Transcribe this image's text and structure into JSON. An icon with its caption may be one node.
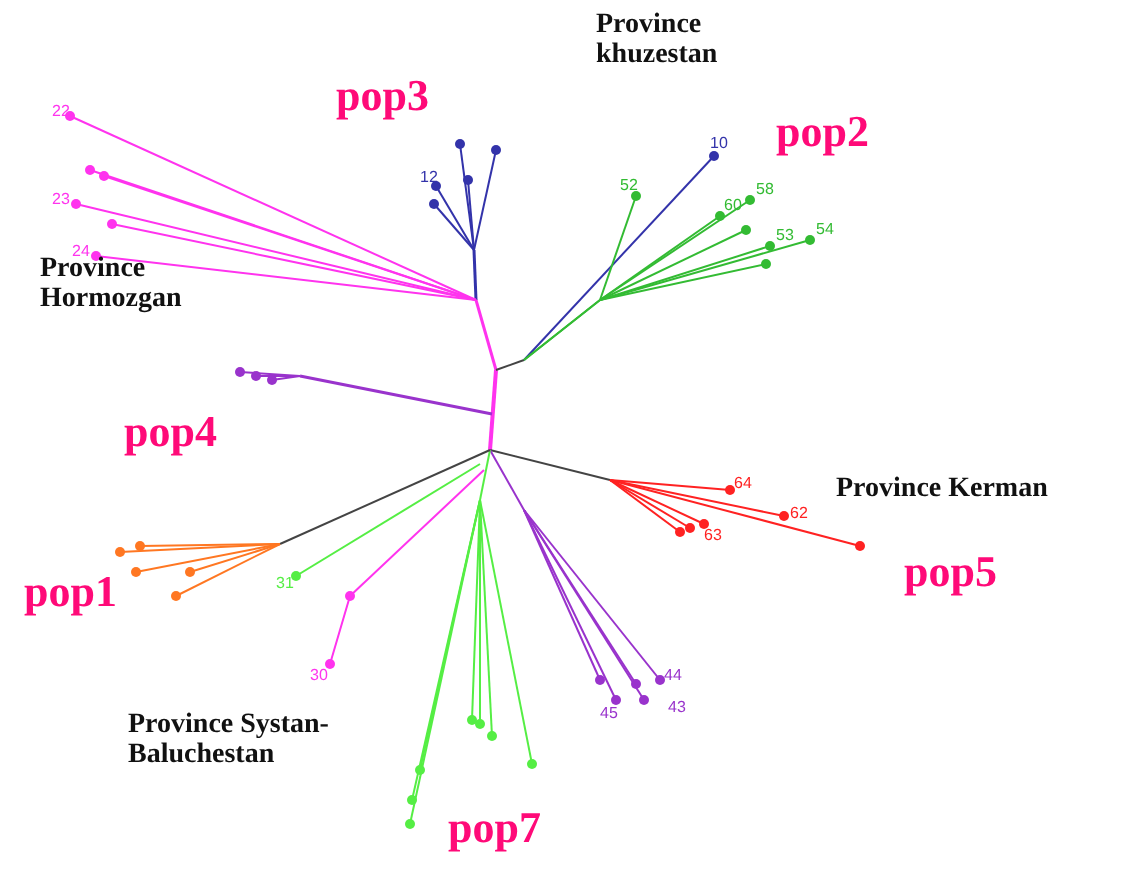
{
  "diagram": {
    "labels": [
      "pop3",
      "Province khuzestan",
      "22",
      "12",
      "10",
      "52",
      "60",
      "58",
      "53",
      "54",
      "pop2",
      "Province Hormozgan",
      "23",
      "24",
      "pop4",
      "64",
      "62",
      "63",
      "Province Kerman",
      "pop1",
      "31",
      "30",
      "pop5",
      "44",
      "43",
      "45",
      "Province Systan-Baluchestan",
      "pop7"
    ]
  }
}
